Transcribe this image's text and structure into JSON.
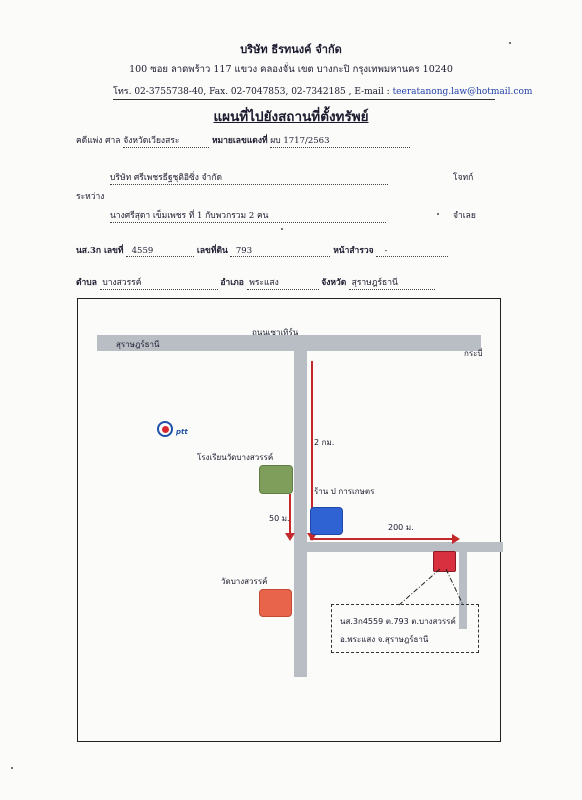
{
  "header": {
    "company": "บริษัท ธีรทนงค์ จำกัด",
    "address": "100  ซอย ลาดพร้าว 117   แขวง คลองจั่น   เขต บางกะปิ  กรุงเทพมหานคร  10240",
    "contact_prefix": "โทร. 02-3755738-40, Fax.  02-7047853, 02-7342185 , E-mail : ",
    "email": "teeratanong.law@hotmail.com"
  },
  "title": "แผนที่ไปยังสถานที่ตั้งทรัพย์",
  "case": {
    "civil_label": "คดีแพ่ง  ศาล",
    "court": "จังหวัดเวียงสระ",
    "red_no_label": "หมายเลขแดงที่",
    "red_no": "ผบ 1717/2563"
  },
  "plaintiff": {
    "name": "บริษัท ศรีเพชรธีฐชุติอิซิ่ง จำกัด",
    "role": "โจทก์"
  },
  "between_label": "ระหว่าง",
  "defendant": {
    "name": "นางศรีสุดา เข็มเพชร  ที่ 1  กับพวกรวม 2 คน",
    "role": "จำเลย"
  },
  "deed": {
    "doc_label": "นส.3ก เลขที่",
    "doc_no": "4559",
    "land_label": "เลขที่ดิน",
    "land_no": "793",
    "survey_label": "หน้าสำรวจ",
    "survey_no": "-"
  },
  "location": {
    "subdistrict_label": "ตำบล",
    "subdistrict": "บางสวรรค์",
    "district_label": "อำเภอ",
    "district": "พระแสง",
    "province_label": "จังหวัด",
    "province": "สุราษฎร์ธานี"
  },
  "map": {
    "road_name": "ถนนเซาเทิร์น",
    "left_city": "สุราษฎร์ธานี",
    "right_city": "กระบี่",
    "ptt_text": "ptt",
    "school": "โรงเรียนวัดบางสวรรค์",
    "shop": "ร้าน ป การเกษตร",
    "temple": "วัดบางสวรรค์",
    "dist_2km": "2 กม.",
    "dist_50m": "50 ม.",
    "dist_200m": "200 ม.",
    "plot_line1": "นส.3ก4559  ต.793 ต.บางสวรรค์",
    "plot_line2": "อ.พระแสง จ.สุราษฎร์ธานี"
  },
  "colors": {
    "road": "#b9bdc4",
    "arrow": "#c4282a",
    "school": "#7f9e5c",
    "shop": "#2f63d4",
    "temple": "#e8644a",
    "plot": "#d93040",
    "ptt_blue": "#1f4fa8",
    "ptt_red": "#d8262e"
  }
}
